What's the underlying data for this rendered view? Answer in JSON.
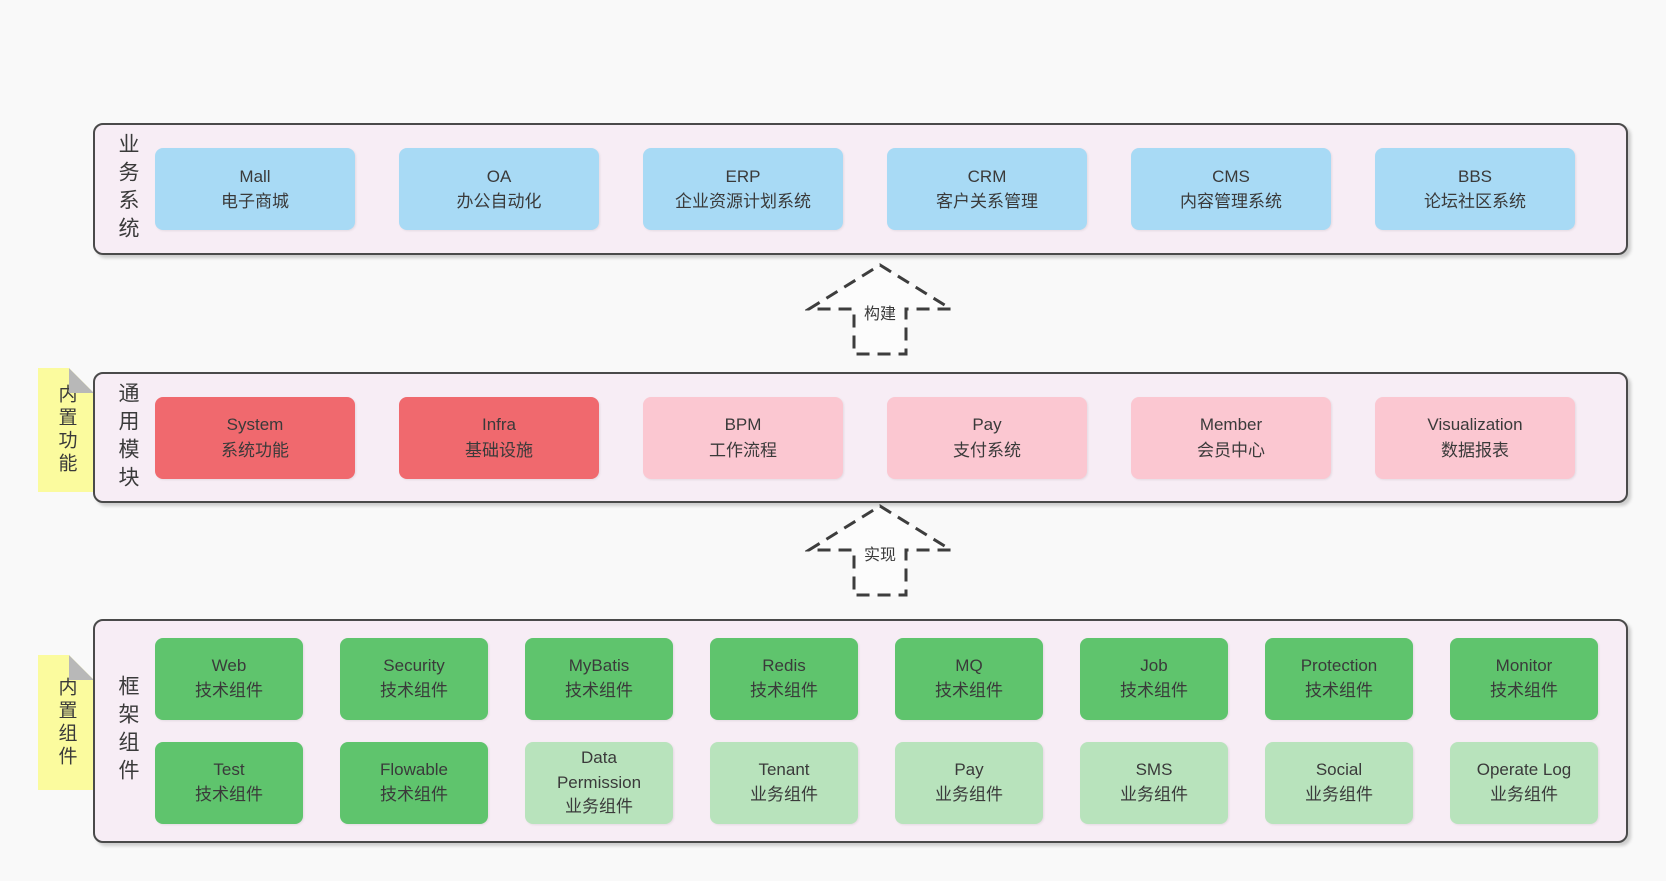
{
  "colors": {
    "page_bg": "#f9f9f9",
    "band_bg": "#f7edf5",
    "band_border": "#4a4a4a",
    "box_blue": "#a8daf5",
    "box_red": "#f0696e",
    "box_pink": "#fbc7d1",
    "box_green": "#5fc46d",
    "box_light_green": "#b8e3bc",
    "sticky_yellow": "#fbfb9e",
    "sticky_fold": "#b8b8b8",
    "text": "#3a3a3a"
  },
  "arrows": [
    {
      "label": "构建"
    },
    {
      "label": "实现"
    }
  ],
  "bands": [
    {
      "label": "业务系统",
      "boxes": [
        {
          "en": "Mall",
          "zh": "电子商城"
        },
        {
          "en": "OA",
          "zh": "办公自动化"
        },
        {
          "en": "ERP",
          "zh": "企业资源计划系统"
        },
        {
          "en": "CRM",
          "zh": "客户关系管理"
        },
        {
          "en": "CMS",
          "zh": "内容管理系统"
        },
        {
          "en": "BBS",
          "zh": "论坛社区系统"
        }
      ]
    },
    {
      "label": "通用模块",
      "note": "内置功能",
      "boxes": [
        {
          "en": "System",
          "zh": "系统功能"
        },
        {
          "en": "Infra",
          "zh": "基础设施"
        },
        {
          "en": "BPM",
          "zh": "工作流程"
        },
        {
          "en": "Pay",
          "zh": "支付系统"
        },
        {
          "en": "Member",
          "zh": "会员中心"
        },
        {
          "en": "Visualization",
          "zh": "数据报表"
        }
      ]
    },
    {
      "label": "框架组件",
      "note": "内置组件",
      "rows": [
        [
          {
            "en": "Web",
            "zh": "技术组件"
          },
          {
            "en": "Security",
            "zh": "技术组件"
          },
          {
            "en": "MyBatis",
            "zh": "技术组件"
          },
          {
            "en": "Redis",
            "zh": "技术组件"
          },
          {
            "en": "MQ",
            "zh": "技术组件"
          },
          {
            "en": "Job",
            "zh": "技术组件"
          },
          {
            "en": "Protection",
            "zh": "技术组件"
          },
          {
            "en": "Monitor",
            "zh": "技术组件"
          }
        ],
        [
          {
            "en": "Test",
            "zh": "技术组件"
          },
          {
            "en": "Flowable",
            "zh": "技术组件"
          },
          {
            "en": "Data Permission",
            "zh": "业务组件"
          },
          {
            "en": "Tenant",
            "zh": "业务组件"
          },
          {
            "en": "Pay",
            "zh": "业务组件"
          },
          {
            "en": "SMS",
            "zh": "业务组件"
          },
          {
            "en": "Social",
            "zh": "业务组件"
          },
          {
            "en": "Operate Log",
            "zh": "业务组件"
          }
        ]
      ]
    }
  ]
}
